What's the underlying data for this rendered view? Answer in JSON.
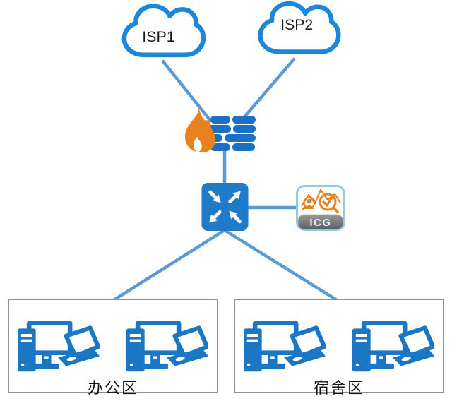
{
  "colors": {
    "connector": "#5B9BD5",
    "cloud_outline": "#1E86D6",
    "text": "#1A1A1A",
    "flame_orange": "#E8821E",
    "brick_blue": "#1B6FC4",
    "switch_blue": "#1F7AC8",
    "computer_blue": "#1B76C4",
    "icg_border": "#92C8E8",
    "icg_banner_gray": "#7B7B7B",
    "zone_border": "#8494A3"
  },
  "nodes": {
    "isp1": {
      "label": "ISP1",
      "type": "internet-cloud"
    },
    "isp2": {
      "label": "ISP2",
      "type": "internet-cloud"
    },
    "firewall": {
      "type": "firewall"
    },
    "core_switch": {
      "type": "switch"
    },
    "icg": {
      "label": "ICG",
      "type": "internet-control-gateway"
    }
  },
  "zones": {
    "office": {
      "label": "办公区",
      "workstation_count": 2
    },
    "dorm": {
      "label": "宿舍区",
      "workstation_count": 2
    }
  },
  "links": [
    {
      "from": "isp1",
      "to": "firewall"
    },
    {
      "from": "isp2",
      "to": "firewall"
    },
    {
      "from": "firewall",
      "to": "core_switch"
    },
    {
      "from": "core_switch",
      "to": "icg"
    },
    {
      "from": "core_switch",
      "to": "office"
    },
    {
      "from": "core_switch",
      "to": "dorm"
    }
  ]
}
